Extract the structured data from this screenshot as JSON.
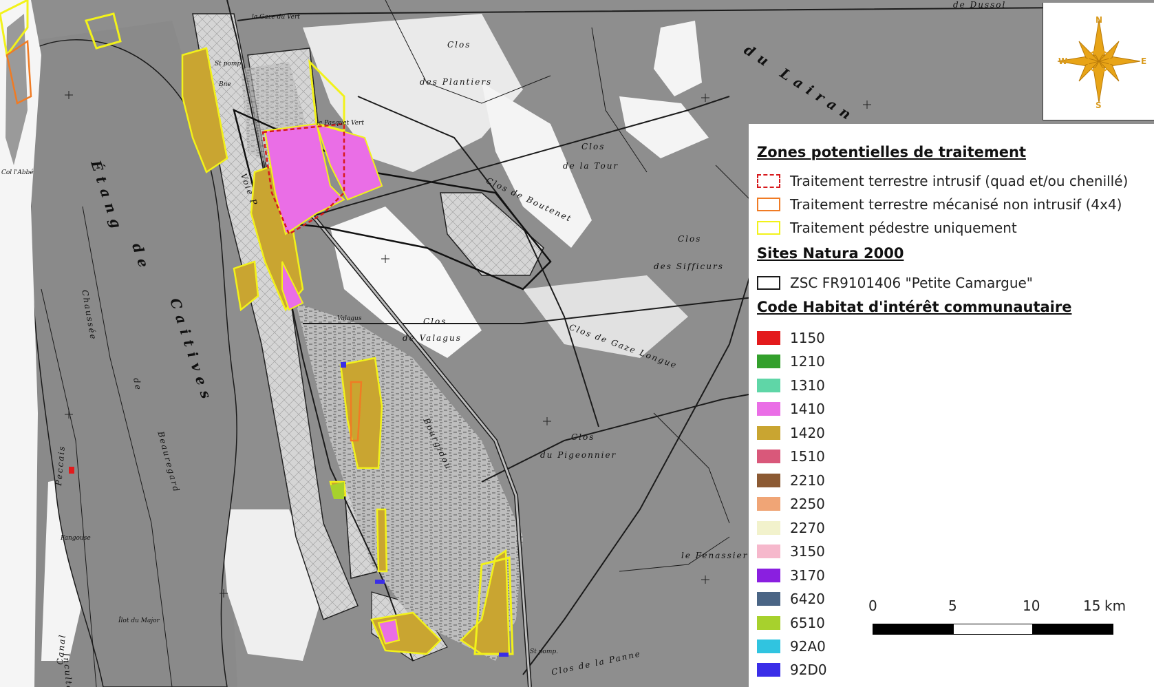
{
  "map": {
    "place_labels": [
      {
        "text": "la Gaze du Vert",
        "size": "small"
      },
      {
        "text": "Clos",
        "size": "normal"
      },
      {
        "text": "des Plantiers",
        "size": "normal"
      },
      {
        "text": "du Lairan",
        "size": "big"
      },
      {
        "text": "Étang",
        "size": "big"
      },
      {
        "text": "de",
        "size": "big"
      },
      {
        "text": "Caitives",
        "size": "big"
      },
      {
        "text": "Clos",
        "size": "normal"
      },
      {
        "text": "de la Tour",
        "size": "normal"
      },
      {
        "text": "Clos de Boutenet",
        "size": "normal"
      },
      {
        "text": "Clos",
        "size": "normal"
      },
      {
        "text": "des Sifficurs",
        "size": "normal"
      },
      {
        "text": "Clos",
        "size": "normal"
      },
      {
        "text": "de Valagus",
        "size": "normal"
      },
      {
        "text": "Valagus",
        "size": "small"
      },
      {
        "text": "Clos de Gaze Longue",
        "size": "normal"
      },
      {
        "text": "Clos",
        "size": "normal"
      },
      {
        "text": "du Pigeonnier",
        "size": "normal"
      },
      {
        "text": "le Fenassier",
        "size": "normal"
      },
      {
        "text": "Chaussée",
        "size": "normal"
      },
      {
        "text": "de",
        "size": "normal"
      },
      {
        "text": "Beauregard",
        "size": "normal"
      },
      {
        "text": "Peccais",
        "size": "normal"
      },
      {
        "text": "Fangouse",
        "size": "small"
      },
      {
        "text": "Îlot du Major",
        "size": "small"
      },
      {
        "text": "Canal",
        "size": "normal"
      },
      {
        "text": "Inculte",
        "size": "normal"
      },
      {
        "text": "Clos de la Panne",
        "size": "normal"
      },
      {
        "text": "St pomp.",
        "size": "small"
      },
      {
        "text": "Bourgidou",
        "size": "normal"
      },
      {
        "text": "Voie P",
        "size": "normal"
      },
      {
        "text": "le Pasquet Vert",
        "size": "small"
      },
      {
        "text": "de Dussol",
        "size": "normal"
      },
      {
        "text": "Bne",
        "size": "small"
      },
      {
        "text": "St pomp.",
        "size": "small"
      },
      {
        "text": "Col l'Abbé",
        "size": "small"
      }
    ]
  },
  "compass": {
    "n": "N",
    "s": "S",
    "e": "E",
    "w": "W",
    "accent": "#e8a417"
  },
  "legend": {
    "treatment_title": "Zones potentielles de traitement",
    "treatment_items": [
      {
        "label": "Traitement terrestre intrusif (quad et/ou chenillé)",
        "color": "#d7191c",
        "style": "dashed"
      },
      {
        "label": "Traitement terrestre mécanisé non intrusif (4x4)",
        "color": "#f07b24",
        "style": "solid"
      },
      {
        "label": "Traitement pédestre uniquement",
        "color": "#f2f21a",
        "style": "solid"
      }
    ],
    "natura_title": "Sites Natura 2000",
    "natura_items": [
      {
        "label": "ZSC FR9101406 \"Petite Camargue\"",
        "color": "#1a1a1a",
        "style": "solid"
      }
    ],
    "habitat_title": "Code Habitat d'intérêt communautaire",
    "habitat_items": [
      {
        "code": "1150",
        "color": "#e31a1c"
      },
      {
        "code": "1210",
        "color": "#33a02c"
      },
      {
        "code": "1310",
        "color": "#5fd6a7"
      },
      {
        "code": "1410",
        "color": "#ea6ee6"
      },
      {
        "code": "1420",
        "color": "#c9a531"
      },
      {
        "code": "1510",
        "color": "#d9587a"
      },
      {
        "code": "2210",
        "color": "#8c5a33"
      },
      {
        "code": "2250",
        "color": "#f0a576"
      },
      {
        "code": "2270",
        "color": "#f2f2cc"
      },
      {
        "code": "3150",
        "color": "#f6b8cc"
      },
      {
        "code": "3170",
        "color": "#8a1fe0"
      },
      {
        "code": "6420",
        "color": "#4a6585"
      },
      {
        "code": "6510",
        "color": "#a7d12d"
      },
      {
        "code": "92A0",
        "color": "#30c4e0"
      },
      {
        "code": "92D0",
        "color": "#3a2ee8"
      }
    ]
  },
  "scale": {
    "ticks": [
      "0",
      "5",
      "10",
      "15"
    ],
    "unit": "km"
  }
}
